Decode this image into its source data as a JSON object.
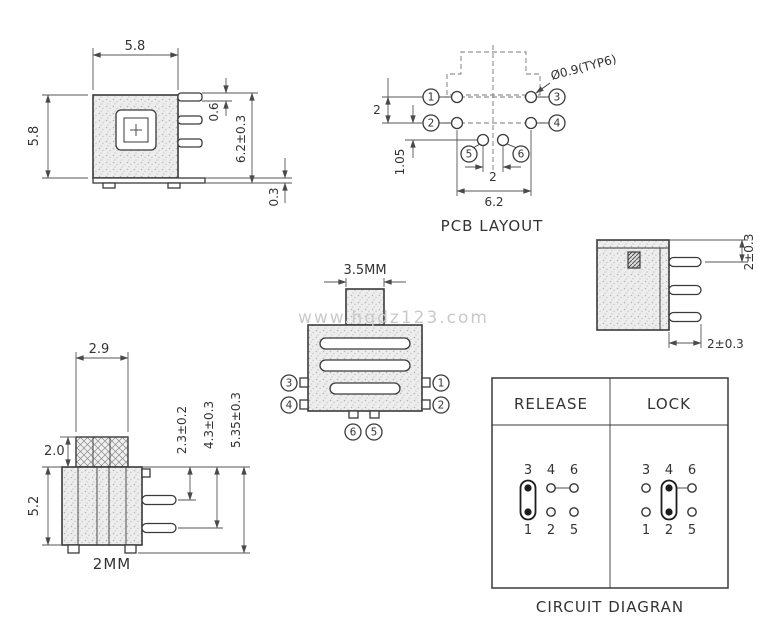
{
  "page": {
    "title_pcb": "PCB  LAYOUT",
    "title_circuit": "CIRCUIT  DIAGRAN",
    "watermark": "www.hqdz123.com"
  },
  "colors": {
    "line": "#3a3a3a",
    "dimension": "#555555",
    "watermark": "#c9c9c9"
  },
  "pins": {
    "p1": "1",
    "p2": "2",
    "p3": "3",
    "p4": "4",
    "p5": "5",
    "p6": "6"
  },
  "front_view": {
    "dim_width": "5.8",
    "dim_height": "5.8",
    "dim_pin_width": "0.6",
    "dim_pin_height": "6.2±0.3",
    "dim_base": "0.3"
  },
  "pcb_layout": {
    "dim_row_pitch": "2",
    "dim_mid_row": "1.05",
    "dim_center_pitch": "2",
    "dim_width": "6.2",
    "hole_note": "Ø0.9(TYP6)"
  },
  "side_view": {
    "dim_pin_offset": "2±0.3",
    "dim_pin_length": "2±0.3"
  },
  "center_view": {
    "dim_button": "3.5MM"
  },
  "left_view": {
    "dim_button_width": "2.9",
    "dim_button_height": "2.0",
    "dim_body_height": "5.2",
    "dim_pin1": "2.3±0.2",
    "dim_pin2": "4.3±0.3",
    "dim_total": "5.35±0.3",
    "label": "2MM"
  },
  "circuit": {
    "columns": [
      "RELEASE",
      "LOCK"
    ],
    "top_pins": [
      "3",
      "4",
      "6"
    ],
    "bottom_pins": [
      "1",
      "2",
      "5"
    ],
    "release_closed_pins": [
      "3",
      "1"
    ],
    "release_linked_pins": [
      "4",
      "6"
    ],
    "lock_closed_pins": [
      "4",
      "2"
    ],
    "lock_linked_pins": [
      "4",
      "6"
    ]
  }
}
